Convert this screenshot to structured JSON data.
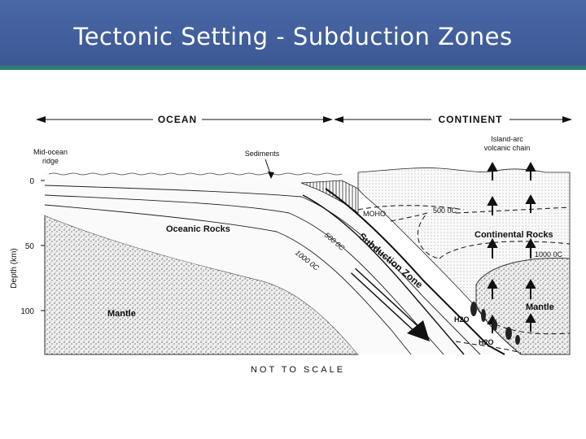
{
  "slide": {
    "title": "Tectonic Setting - Subduction Zones",
    "colors": {
      "title_bar": "#3f5c9a",
      "accent_strip": "#2f7d72",
      "title_text": "#ffffff"
    }
  },
  "diagram": {
    "header_ocean": "OCEAN",
    "header_continent": "CONTINENT",
    "label_ridge_1": "Mid-ocean",
    "label_ridge_2": "ridge",
    "label_sediments": "Sediments",
    "label_arc_1": "Island-arc",
    "label_arc_2": "volcanic chain",
    "axis_label": "Depth (km)",
    "tick_0": "0",
    "tick_50": "50",
    "tick_100": "100",
    "label_moho": "MOHO",
    "label_500c_top": "500 0C",
    "label_oceanic_rocks": "Oceanic Rocks",
    "label_500c_slab": "500 0C",
    "label_1000c_slab": "1000 0C",
    "label_subduction_zone": "Subduction Zone",
    "label_continental_rocks": "Continental Rocks",
    "label_1000c_right": "1000 0C",
    "label_mantle_left": "Mantle",
    "label_mantle_right": "Mantle",
    "label_h2o_1": "H2O",
    "label_h2o_2": "H2O",
    "footer": "NOT TO SCALE"
  }
}
